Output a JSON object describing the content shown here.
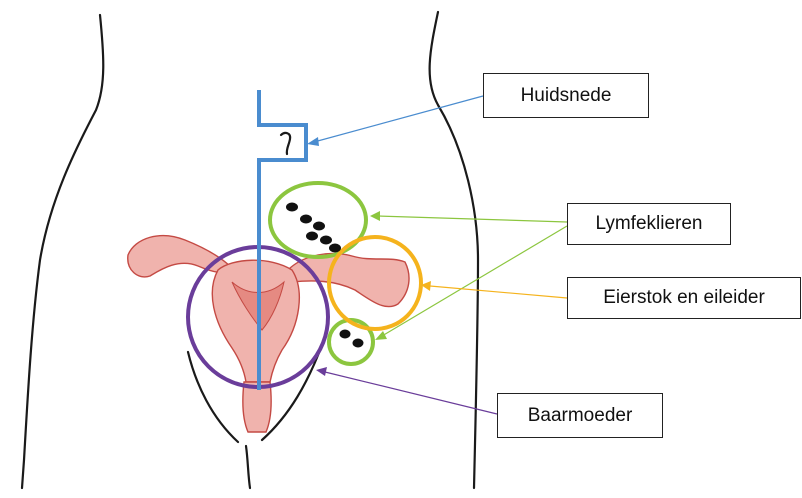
{
  "labels": {
    "incision": "Huidsnede",
    "lymph_nodes": "Lymfeklieren",
    "ovary_tube": "Eierstok en eileider",
    "uterus": "Baarmoeder"
  },
  "colors": {
    "incision": "#4a8ccf",
    "lymph_nodes": "#8cc63f",
    "ovary_tube": "#f5b31d",
    "uterus": "#6a3d9a",
    "organ_fill": "#f0b3ad",
    "organ_stroke": "#c44a44",
    "body_outline": "#1a1a1a"
  }
}
